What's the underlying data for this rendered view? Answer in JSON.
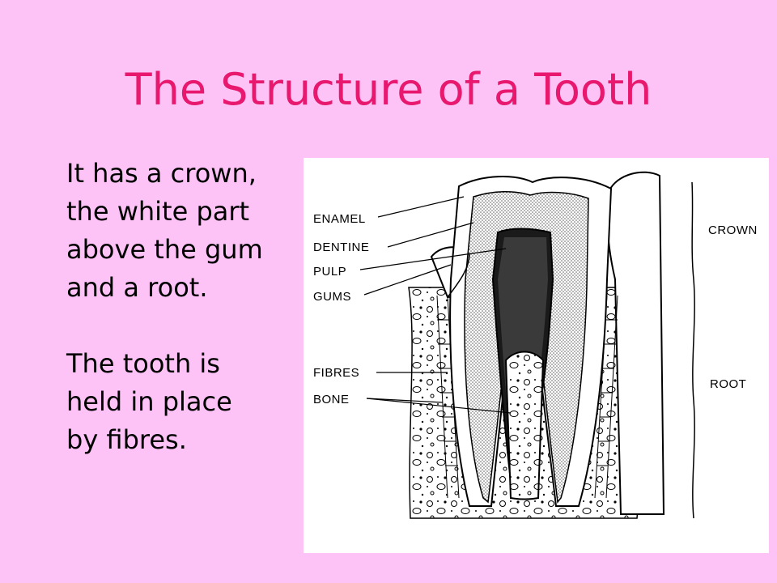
{
  "slide": {
    "title": "The Structure of a Tooth",
    "paragraphs": [
      [
        "It has a crown,",
        "the white part",
        "above the gum",
        "and a root."
      ],
      [
        "The tooth is",
        "held in place",
        "by fibres."
      ]
    ]
  },
  "diagram": {
    "labels": {
      "enamel": "ENAMEL",
      "dentine": "DENTINE",
      "pulp": "PULP",
      "gums": "GUMS",
      "fibres": "FIBRES",
      "bone": "BONE",
      "crown": "CROWN",
      "root": "ROOT"
    }
  },
  "colors": {
    "background": "#fdc3f7",
    "title": "#e8186e",
    "text": "#000000"
  }
}
